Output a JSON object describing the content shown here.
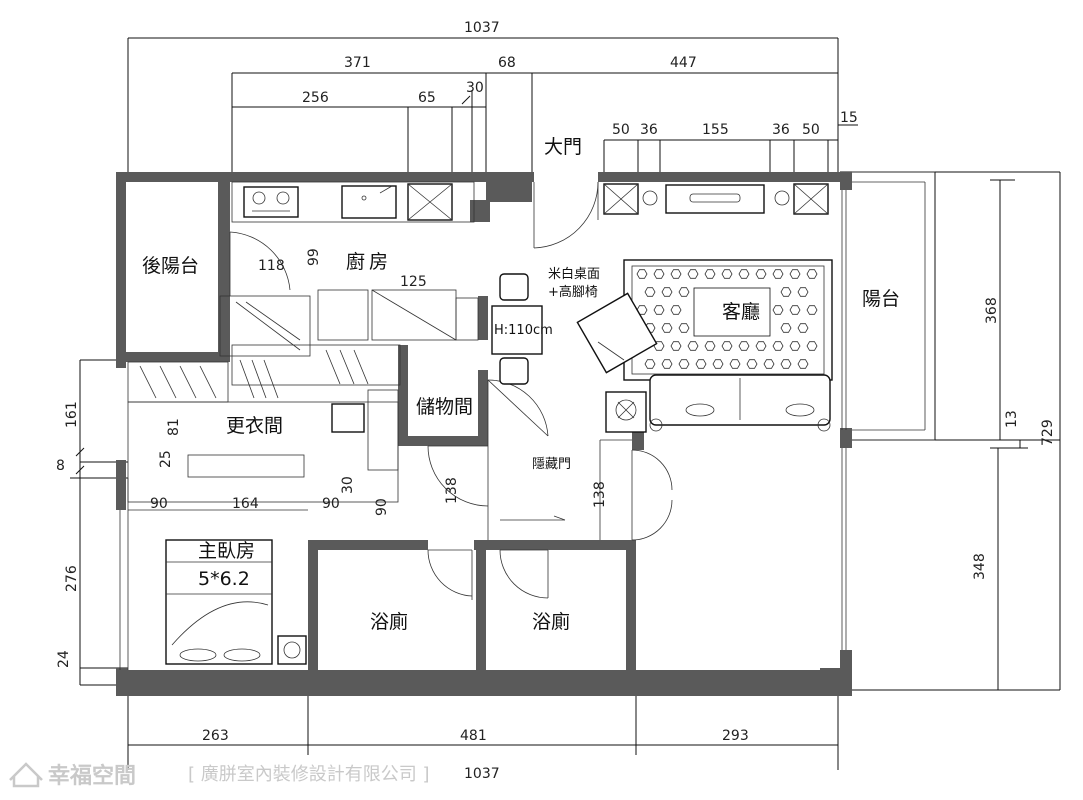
{
  "rooms": {
    "entrance": "大門",
    "back_balcony": "後陽台",
    "kitchen": "廚房",
    "living_room": "客廳",
    "balcony": "陽台",
    "walk_in_closet": "更衣間",
    "storage": "儲物間",
    "master_bedroom": "主臥房",
    "bathroom_1": "浴廁",
    "bathroom_2": "浴廁"
  },
  "notes": {
    "desk_line1": "米白桌面",
    "desk_line2": "+高腳椅",
    "desk_height": "H:110cm",
    "hidden_door": "隱藏門",
    "bed_size": "5*6.2"
  },
  "dimensions": {
    "top_total": "1037",
    "top_seg_a": "371",
    "top_seg_b": "68",
    "top_seg_c": "447",
    "kitchen_256": "256",
    "kitchen_65": "65",
    "kitchen_30": "30",
    "tv_50a": "50",
    "tv_36a": "36",
    "tv_155": "155",
    "tv_36b": "36",
    "tv_50b": "50",
    "tv_15": "15",
    "back_118": "118",
    "back_99": "99",
    "kitchen_125": "125",
    "right_368": "368",
    "right_13": "13",
    "right_729": "729",
    "right_348": "348",
    "left_161": "161",
    "left_8": "8",
    "left_276": "276",
    "left_24": "24",
    "closet_81": "81",
    "closet_25": "25",
    "closet_90a": "90",
    "closet_164": "164",
    "closet_90b": "90",
    "closet_30": "30",
    "closet_90c": "90",
    "door_138a": "138",
    "door_138b": "138",
    "bottom_263": "263",
    "bottom_481": "481",
    "bottom_293": "293",
    "bottom_total": "1037"
  },
  "watermark": {
    "brand": "幸福空間",
    "company": "[ 廣胼室內裝修設計有限公司 ]"
  },
  "colors": {
    "wall": "#5a5a5a",
    "line": "#111111",
    "watermark": "#c9c9c9"
  }
}
